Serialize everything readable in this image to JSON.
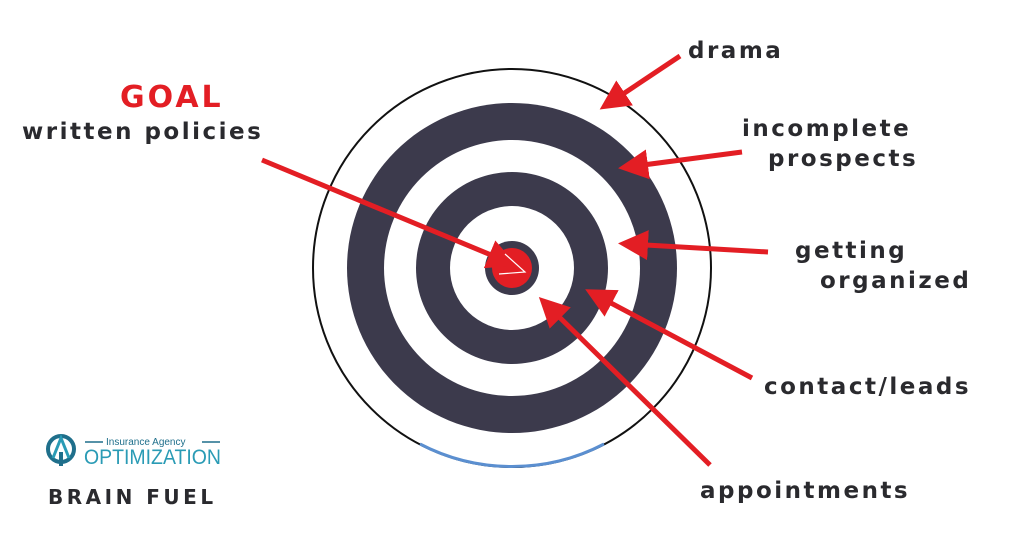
{
  "goal": {
    "heading": "GOAL",
    "label": "written policies"
  },
  "labels": {
    "drama": "drama",
    "incomplete_1": "incomplete",
    "incomplete_2": "prospects",
    "organized_1": "getting",
    "organized_2": "organized",
    "contact": "contact/leads",
    "appointments": "appointments"
  },
  "logo": {
    "top": "Insurance Agency",
    "name": "OPTIMIZATION",
    "tagline": "BRAIN FUEL"
  },
  "colors": {
    "ring": "#3c3a4c",
    "accent": "#e31e24",
    "brand": "#2a9bb5",
    "arc": "#5b8fd0"
  }
}
